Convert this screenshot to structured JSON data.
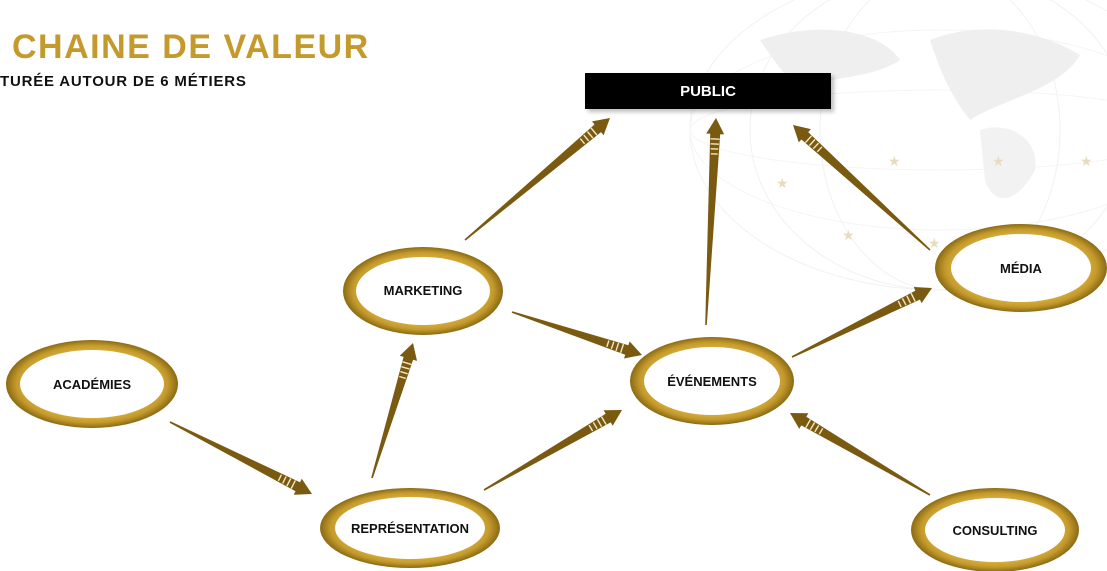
{
  "header": {
    "title": "CHAINE DE VALEUR",
    "subtitle": "TURÉE AUTOUR DE 6 MÉTIERS"
  },
  "diagram": {
    "top_box": "PUBLIC",
    "nodes": {
      "academies": "ACADÉMIES",
      "marketing": "MARKETING",
      "representation": "REPRÉSENTATION",
      "evenements": "ÉVÉNEMENTS",
      "media": "MÉDIA",
      "consulting": "CONSULTING"
    }
  },
  "colors": {
    "gold": "#c49a2c",
    "gold_dark": "#8a6a14",
    "arrow": "#7a5a10",
    "box": "#000000"
  }
}
